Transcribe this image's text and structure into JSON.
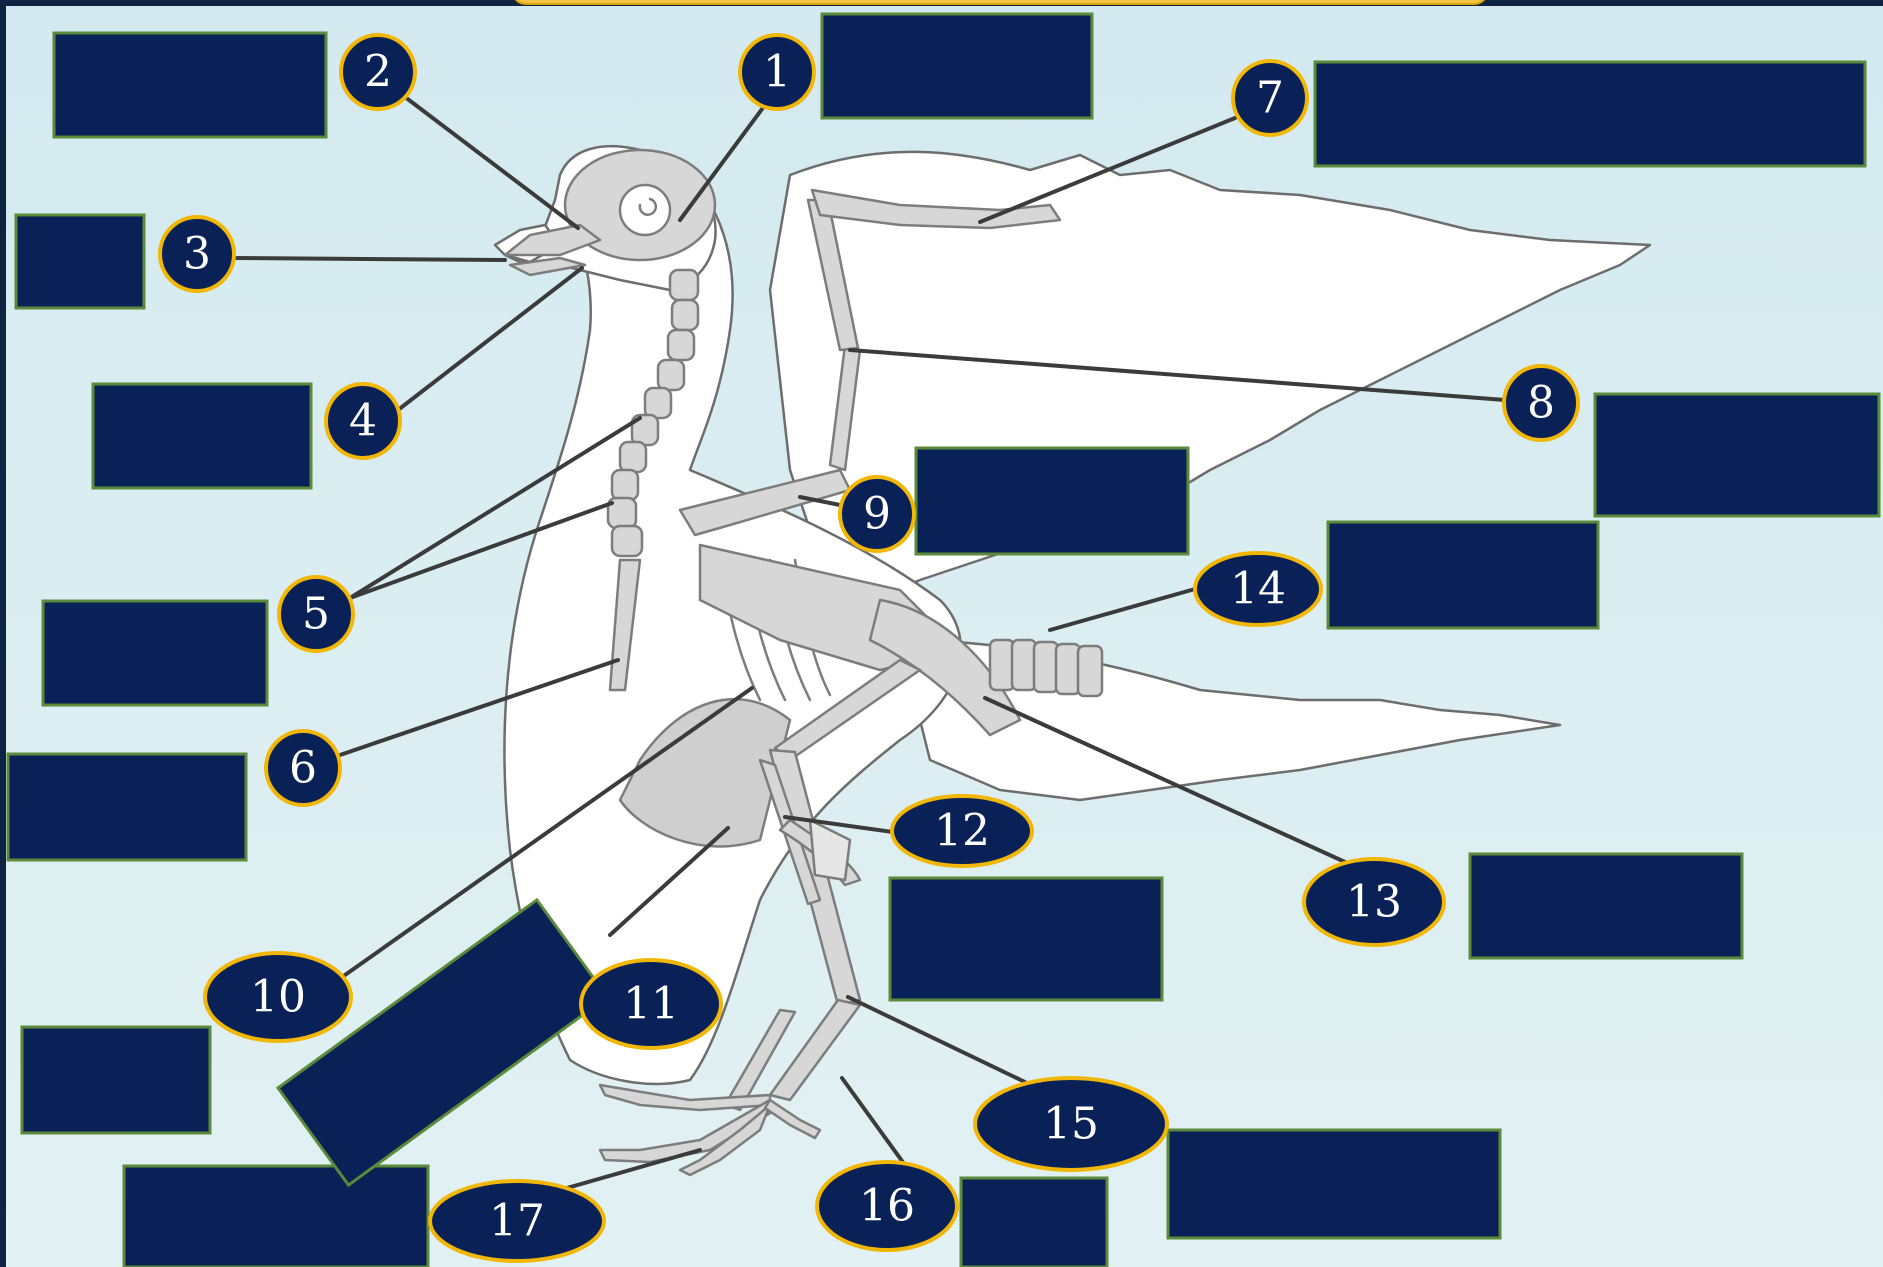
{
  "diagram": {
    "title": "Bird skeleton labeling exercise",
    "colors": {
      "background": "#dbeef2",
      "answer_box": "#0a2157",
      "box_border": "#5a8a3a",
      "callout_fill": "#0a2157",
      "callout_border": "#f2b705",
      "leader_line": "#3a3a3a",
      "skeleton": "#c9c9c9",
      "outline": "#7a7a7a"
    },
    "callouts": [
      {
        "id": "1",
        "label": "1"
      },
      {
        "id": "2",
        "label": "2"
      },
      {
        "id": "3",
        "label": "3"
      },
      {
        "id": "4",
        "label": "4"
      },
      {
        "id": "5",
        "label": "5"
      },
      {
        "id": "6",
        "label": "6"
      },
      {
        "id": "7",
        "label": "7"
      },
      {
        "id": "8",
        "label": "8"
      },
      {
        "id": "9",
        "label": "9"
      },
      {
        "id": "10",
        "label": "10"
      },
      {
        "id": "11",
        "label": "11"
      },
      {
        "id": "12",
        "label": "12"
      },
      {
        "id": "13",
        "label": "13"
      },
      {
        "id": "14",
        "label": "14"
      },
      {
        "id": "15",
        "label": "15"
      },
      {
        "id": "16",
        "label": "16"
      },
      {
        "id": "17",
        "label": "17"
      }
    ]
  }
}
